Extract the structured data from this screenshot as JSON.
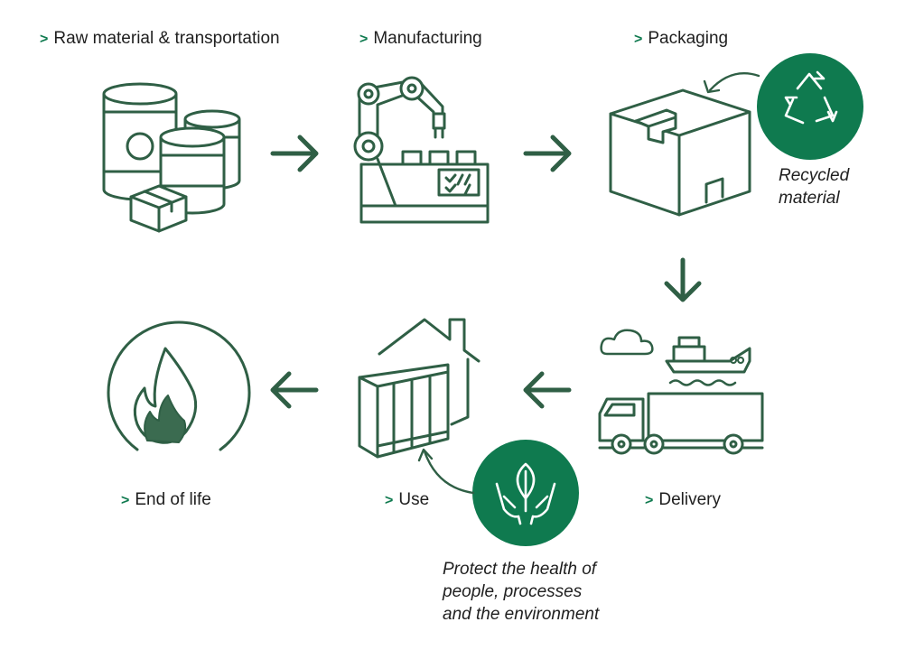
{
  "stages": {
    "raw": "Raw material & transportation",
    "manufacturing": "Manufacturing",
    "packaging": "Packaging",
    "delivery": "Delivery",
    "use": "Use",
    "end_of_life": "End of life"
  },
  "chevron": ">",
  "notes": {
    "recycled": [
      "Recycled",
      "material"
    ],
    "protect": [
      "Protect the health of",
      "people, processes",
      "and the environment"
    ]
  },
  "icons": {
    "raw": "barrels-and-box-icon",
    "manufacturing": "robot-arm-factory-icon",
    "packaging": "cardboard-box-icon",
    "delivery": "ship-and-truck-icon",
    "use": "house-with-panel-icon",
    "end_of_life": "flame-icon",
    "recycled": "recycle-icon",
    "protect": "hands-with-leaf-icon"
  },
  "colors": {
    "line": "#2f5f45",
    "badge": "#0f7a4f",
    "chevron": "#0f7a4f"
  }
}
